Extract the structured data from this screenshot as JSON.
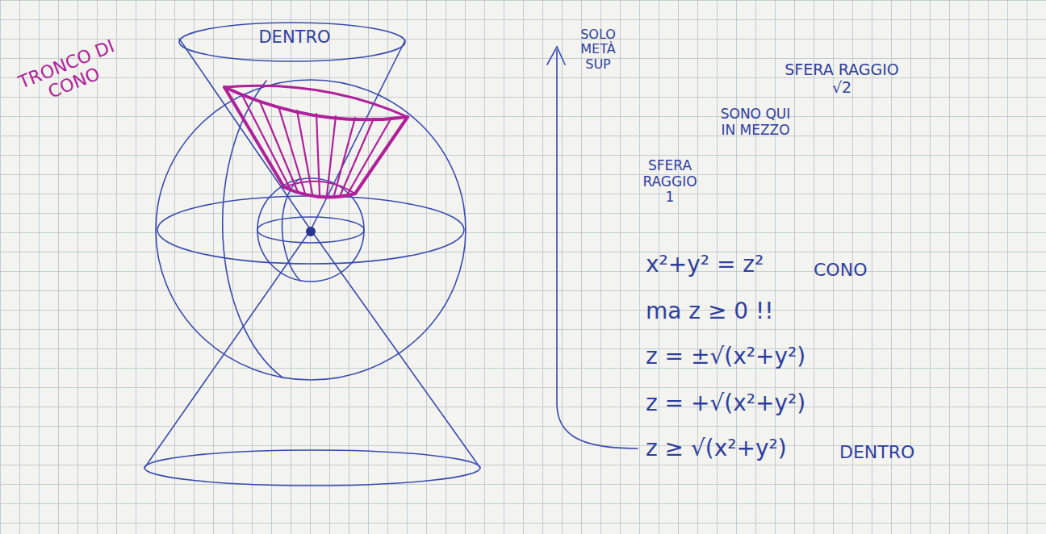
{
  "diagram": {
    "labels": [
      "DENTRO",
      "TRONCO DI CONO",
      "SOLO METÀ SUP",
      "SFERA RAGGIO √2",
      "SONO QUI IN MEZZO",
      "SFERA RAGGIO 1",
      "x²+y² = z²",
      "CONO",
      "ma z ≥ 0 !!",
      "z = ±√(x²+y²)",
      "z = +√(x²+y²)",
      "z ≥ √(x²+y²)",
      "DENTRO"
    ]
  }
}
